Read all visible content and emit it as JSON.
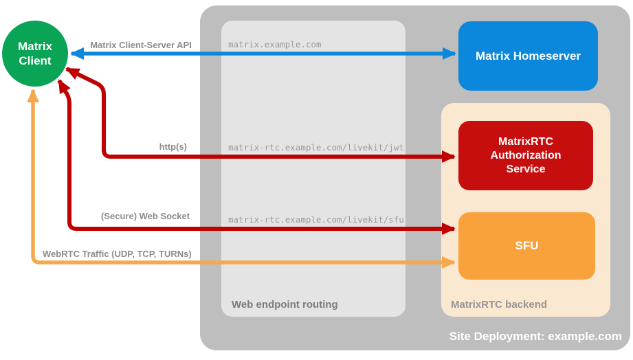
{
  "groups": {
    "site": {
      "label": "Site Deployment: example.com"
    },
    "routing": {
      "label": "Web endpoint routing"
    },
    "backend": {
      "label": "MatrixRTC backend"
    }
  },
  "nodes": {
    "client": {
      "label": "Matrix Client"
    },
    "homeserver": {
      "label": "Matrix Homeserver"
    },
    "auth_service": {
      "label": "MatrixRTC Authorization Service"
    },
    "sfu": {
      "label": "SFU"
    }
  },
  "endpoints": {
    "homeserver": "matrix.example.com",
    "jwt": "matrix-rtc.example.com/livekit/jwt",
    "sfu": "matrix-rtc.example.com/livekit/sfu"
  },
  "edges": {
    "client_server_api": {
      "label": "Matrix Client-Server API",
      "color": "#0B87DC",
      "bidirectional": true
    },
    "https": {
      "label": "http(s)",
      "color": "#C00000",
      "bidirectional": true
    },
    "websocket": {
      "label": "(Secure) Web Socket",
      "color": "#C00000",
      "bidirectional": true
    },
    "webrtc": {
      "label": "WebRTC Traffic (UDP, TCP, TURNs)",
      "color": "#F6A94C",
      "bidirectional": true
    }
  },
  "colors": {
    "client_green": "#09A456",
    "homeserver_blue": "#0B87DC",
    "auth_red": "#C70E0E",
    "sfu_orange": "#F9A23B",
    "backend_peach": "#FBE8D1",
    "routing_gray": "#E4E4E4",
    "site_gray": "#BEBEBE",
    "label_gray": "#8C8C8C"
  }
}
